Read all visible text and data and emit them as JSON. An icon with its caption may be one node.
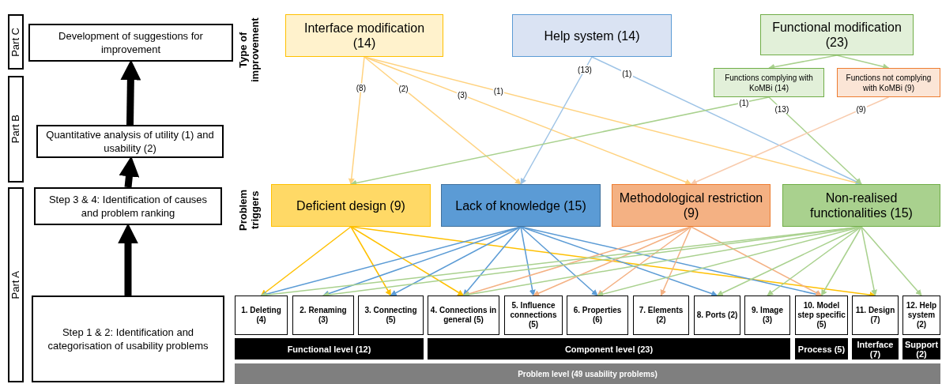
{
  "diagram": {
    "nodes": [
      {
        "text": [
          "Part C"
        ]
      },
      {
        "text": [
          "Part B"
        ]
      },
      {
        "text": [
          "Part A"
        ]
      },
      {
        "text": [
          "Development of suggestions for improvement"
        ]
      },
      {
        "text": [
          "Quantitative analysis of utility (1) and usability (2)"
        ]
      },
      {
        "text": [
          "Step 3 & 4: Identification of causes and problem ranking"
        ]
      },
      {
        "text": [
          "Step 1 & 2: Identification and categorisation of usability problems"
        ]
      },
      {
        "text": [
          "Interface modification (14)"
        ]
      },
      {
        "text": [
          "Help system (14)"
        ]
      },
      {
        "text": [
          "Functional modification (23)"
        ]
      },
      {
        "text": [
          "Functions complying with KoMBi (14)"
        ]
      },
      {
        "text": [
          "Functions not complying with KoMBi (9)"
        ]
      },
      {
        "text": [
          "Deficient design (9)"
        ]
      },
      {
        "text": [
          "Lack of knowledge (15)"
        ]
      },
      {
        "text": [
          "Methodological restriction (9)"
        ]
      },
      {
        "text": [
          "Non-realised functionalities (15)"
        ]
      },
      {
        "text": [
          "1. Deleting (4)"
        ]
      },
      {
        "text": [
          "2. Renaming (3)"
        ]
      },
      {
        "text": [
          "3. Connecting (5)"
        ]
      },
      {
        "text": [
          "4. Connections in general (5)"
        ]
      },
      {
        "text": [
          "5. Influence connections (5)"
        ]
      },
      {
        "text": [
          "6. Properties (6)"
        ]
      },
      {
        "text": [
          "7. Elements (2)"
        ]
      },
      {
        "text": [
          "8. Ports (2)"
        ]
      },
      {
        "text": [
          "9. Image (3)"
        ]
      },
      {
        "text": [
          "10. Model step specific (5)"
        ]
      },
      {
        "text": [
          "11. Design (7)"
        ]
      },
      {
        "text": [
          "12. Help system (2)"
        ]
      },
      {
        "text": [
          "Functional level (12)"
        ]
      },
      {
        "text": [
          "Component level (23)"
        ]
      },
      {
        "text": [
          "Process (5)"
        ]
      },
      {
        "text": [
          "Interface (7)"
        ]
      },
      {
        "text": [
          "Support (2)"
        ]
      },
      {
        "text": [
          "Problem level (49 usability problems)"
        ]
      }
    ],
    "edges": [
      {
        "from": 6,
        "to": 5,
        "arrow": "to",
        "style": "thick",
        "color": "#000000"
      },
      {
        "from": 5,
        "to": 4,
        "arrow": "to",
        "style": "thick",
        "color": "#000000"
      },
      {
        "from": 4,
        "to": 3,
        "arrow": "to",
        "style": "thick",
        "color": "#000000"
      },
      {
        "from": 7,
        "to": 12,
        "arrow": "to",
        "label": "(8)",
        "color": "#ffd27f"
      },
      {
        "from": 7,
        "to": 13,
        "arrow": "to",
        "label": "(2)",
        "color": "#ffd27f"
      },
      {
        "from": 7,
        "to": 14,
        "arrow": "to",
        "label": "(3)",
        "color": "#ffd27f"
      },
      {
        "from": 7,
        "to": 15,
        "arrow": "to",
        "label": "(1)",
        "color": "#ffd27f"
      },
      {
        "from": 8,
        "to": 13,
        "arrow": "to",
        "label": "(13)",
        "color": "#9dc3e6"
      },
      {
        "from": 8,
        "to": 15,
        "arrow": "to",
        "label": "(1)",
        "color": "#9dc3e6"
      },
      {
        "from": 9,
        "to": 10,
        "arrow": "to",
        "color": "#a9d18e"
      },
      {
        "from": 9,
        "to": 11,
        "arrow": "to",
        "color": "#a9d18e"
      },
      {
        "from": 10,
        "to": 12,
        "arrow": "to",
        "label": "(1)",
        "color": "#a9d18e"
      },
      {
        "from": 10,
        "to": 15,
        "arrow": "to",
        "label": "(13)",
        "color": "#a9d18e"
      },
      {
        "from": 11,
        "to": 14,
        "arrow": "to",
        "label": "(9)",
        "color": "#f8cbad"
      },
      {
        "from": 12,
        "to": 16,
        "arrow": "to",
        "color": "#ffc000"
      },
      {
        "from": 12,
        "to": 18,
        "arrow": "to",
        "color": "#ffc000"
      },
      {
        "from": 12,
        "to": 19,
        "arrow": "to",
        "color": "#ffc000"
      },
      {
        "from": 12,
        "to": 26,
        "arrow": "to",
        "color": "#ffc000"
      },
      {
        "from": 13,
        "to": 16,
        "arrow": "to",
        "color": "#5b9bd5"
      },
      {
        "from": 13,
        "to": 17,
        "arrow": "to",
        "color": "#5b9bd5"
      },
      {
        "from": 13,
        "to": 18,
        "arrow": "to",
        "color": "#5b9bd5"
      },
      {
        "from": 13,
        "to": 19,
        "arrow": "to",
        "color": "#5b9bd5"
      },
      {
        "from": 13,
        "to": 20,
        "arrow": "to",
        "color": "#5b9bd5"
      },
      {
        "from": 13,
        "to": 21,
        "arrow": "to",
        "color": "#5b9bd5"
      },
      {
        "from": 13,
        "to": 23,
        "arrow": "to",
        "color": "#5b9bd5"
      },
      {
        "from": 13,
        "to": 25,
        "arrow": "to",
        "color": "#5b9bd5"
      },
      {
        "from": 14,
        "to": 19,
        "arrow": "to",
        "color": "#f4b183"
      },
      {
        "from": 14,
        "to": 20,
        "arrow": "to",
        "color": "#f4b183"
      },
      {
        "from": 14,
        "to": 21,
        "arrow": "to",
        "color": "#f4b183"
      },
      {
        "from": 14,
        "to": 22,
        "arrow": "to",
        "color": "#f4b183"
      },
      {
        "from": 14,
        "to": 25,
        "arrow": "to",
        "color": "#f4b183"
      },
      {
        "from": 15,
        "to": 16,
        "arrow": "to",
        "color": "#a9d18e"
      },
      {
        "from": 15,
        "to": 17,
        "arrow": "to",
        "color": "#a9d18e"
      },
      {
        "from": 15,
        "to": 19,
        "arrow": "to",
        "color": "#a9d18e"
      },
      {
        "from": 15,
        "to": 21,
        "arrow": "to",
        "color": "#a9d18e"
      },
      {
        "from": 15,
        "to": 23,
        "arrow": "to",
        "color": "#a9d18e"
      },
      {
        "from": 15,
        "to": 24,
        "arrow": "to",
        "color": "#a9d18e"
      },
      {
        "from": 15,
        "to": 25,
        "arrow": "to",
        "color": "#a9d18e"
      },
      {
        "from": 15,
        "to": 26,
        "arrow": "to",
        "color": "#a9d18e"
      },
      {
        "from": 15,
        "to": 27,
        "arrow": "to",
        "color": "#a9d18e"
      }
    ],
    "labels": [
      "Type of improvement",
      "Problem triggers"
    ]
  }
}
